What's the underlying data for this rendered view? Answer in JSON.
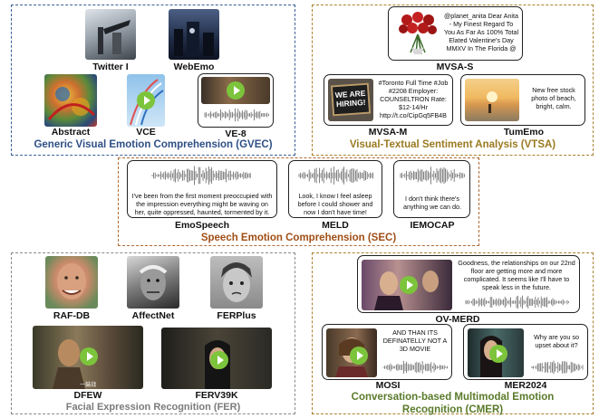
{
  "sections": {
    "gvec": {
      "title": "Generic Visual Emotion Comprehension (GVEC)",
      "color": "#2e4f86"
    },
    "vtsa": {
      "title": "Visual-Textual Sentiment Analysis (VTSA)",
      "color": "#9a7a20"
    },
    "sec": {
      "title": "Speech Emotion Comprehension (SEC)",
      "color": "#a04e16"
    },
    "fer": {
      "title": "Facial Expression Recognition (FER)",
      "color": "#7a7a7a"
    },
    "cmer": {
      "title_line1": "Conversation-based Multimodal Emotion",
      "title_line2": "Recognition (CMER)",
      "color": "#5a7a2a"
    }
  },
  "datasets": {
    "twitter_i": "Twitter I",
    "webemo": "WebEmo",
    "abstract": "Abstract",
    "vce": "VCE",
    "ve8": "VE-8",
    "mvsa_s": "MVSA-S",
    "mvsa_m": "MVSA-M",
    "tumemo": "TumEmo",
    "emospeech": "EmoSpeech",
    "meld": "MELD",
    "iemocap": "IEMOCAP",
    "rafdb": "RAF-DB",
    "affectnet": "AffectNet",
    "ferplus": "FERPlus",
    "dfew": "DFEW",
    "ferv39k": "FERV39K",
    "ov_merd": "OV-MERD",
    "mosi": "MOSI",
    "mer2024": "MER2024"
  },
  "texts": {
    "mvsa_s": "@planet_anita Dear Anita - My Finest Regard To You As Far As 100% Total Elated Valentine's Day MMXV In The Florida @",
    "mvsa_m_sign": "WE ARE HIRING!",
    "mvsa_m": "#Toronto Full Time #Job #2208 Employer: COUNSELTRON Rate: $12-14/Hr http://t.co/CipGq5FB4B",
    "tumemo": "New free stock photo of beach, bright, calm.",
    "emospeech": "I've been from the first moment preoccupied with the impression everything might be waving on her, quite oppressed, haunted, tormented by it.",
    "meld": "Look, I know I feel asleep before I could shower and now I don't have time!",
    "iemocap": "I don't think there's anything we can do.",
    "ov_merd": "Goodness, the relationships on our 22nd floor are getting more and more complicated. It seems like I'll have to speak less in the future.",
    "mosi": "AND THAN ITS DEFINATELLY NOT A 3D MOVIE",
    "mer2024": "Why are you so upset about it?",
    "dfew_caption": "一鼓战"
  }
}
